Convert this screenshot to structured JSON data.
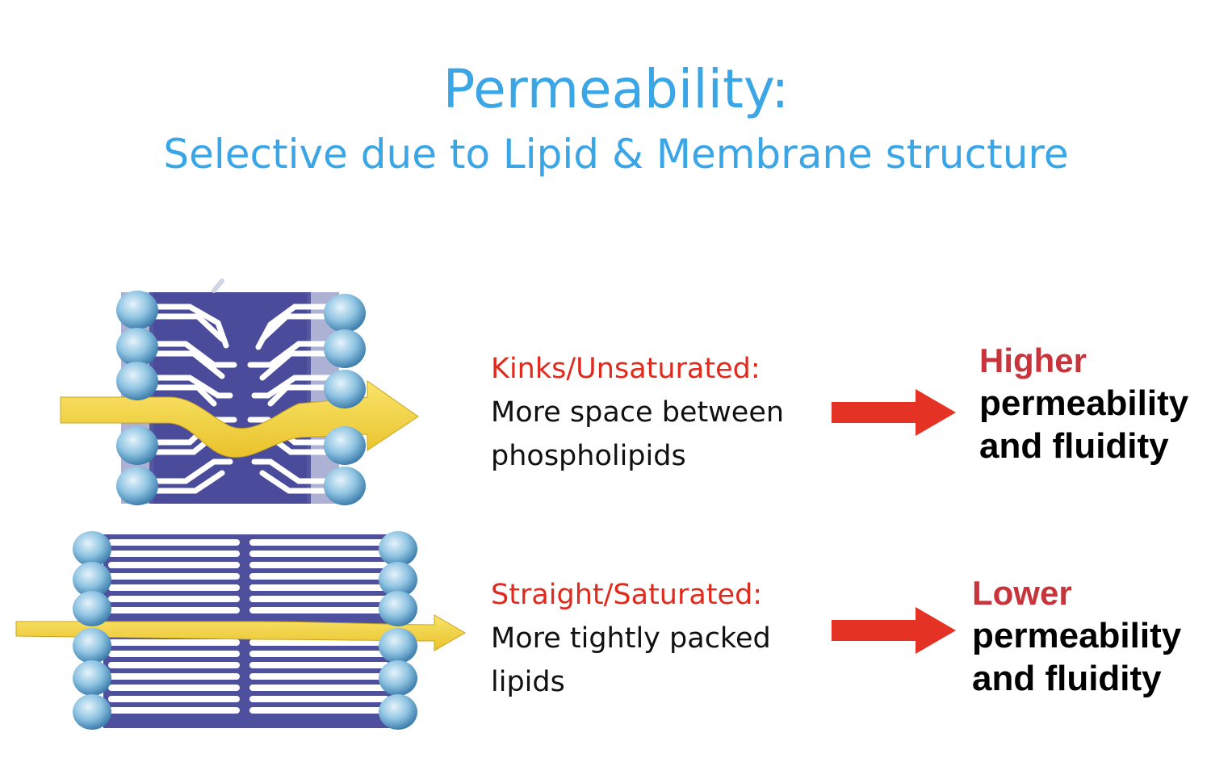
{
  "title": "Permeability:",
  "subtitle": "Selective due to Lipid & Membrane structure",
  "rows": [
    {
      "heading": "Kinks/Unsaturated:",
      "line1": "More space between",
      "line2": "phospholipids",
      "result_lead": "Higher",
      "result_line1": "permeability",
      "result_line2": "and fluidity"
    },
    {
      "heading": "Straight/Saturated:",
      "line1": "More tightly packed",
      "line2": "lipids",
      "result_lead": "Lower",
      "result_line1": "permeability",
      "result_line2": "and fluidity"
    }
  ],
  "colors": {
    "title": "#3aa6e6",
    "heading_red": "#e02a1e",
    "arrow_red": "#e43324",
    "result_lead_red": "#c8343b",
    "flow_arrow_yellow": "#f3d33c",
    "lipid_head_blue": "#8fc4e2",
    "membrane_core": "#3b3d93"
  }
}
